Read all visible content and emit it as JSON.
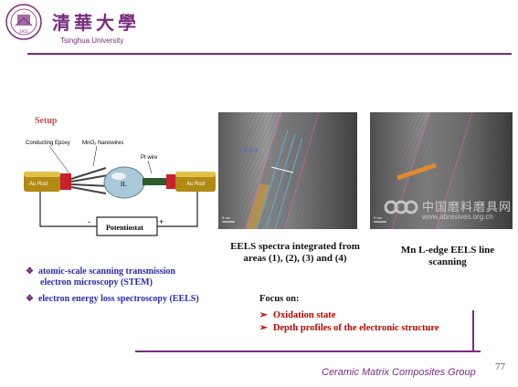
{
  "header": {
    "logo_cn": "清華大學",
    "logo_en": "Tsinghua University",
    "seal_text": "1911"
  },
  "setup": {
    "title": "Setup",
    "schematic": {
      "conducting_epoxy": "Conducting Epoxy",
      "nanowires": "MnO₂ Nanowires",
      "pt_wire": "Pt wire",
      "au_rod_left": "Au Rod",
      "au_rod_right": "Au Rod",
      "electrolyte": "IL",
      "potentiostat": "Potentiostat",
      "minus": "-",
      "plus": "+"
    }
  },
  "micrographs": {
    "image1_labels": "1 2 3 4",
    "image1_scale": "5 nm",
    "image2_scale": "5 nm"
  },
  "captions": {
    "image1": "EELS spectra integrated from areas (1), (2), (3) and (4)",
    "image2": "Mn L-edge EELS line scanning"
  },
  "bullets": {
    "item1_line1": "atomic-scale  scanning transmission",
    "item1_line2": "electron microscopy (STEM)",
    "item2": "electron energy loss spectroscopy (EELS)",
    "marker": "❖"
  },
  "focus": {
    "title": "Focus on:",
    "items": [
      "Oxidation state",
      "Depth profiles of the electronic structure"
    ],
    "marker": "➢"
  },
  "footer": {
    "group": "Ceramic Matrix Composites Group",
    "page": "77"
  },
  "watermark": {
    "cn": "中国磨料磨具网",
    "en": "www.abrasives.org.cn"
  },
  "colors": {
    "brand_purple": "#7a2c7e",
    "accent_red": "#c00000",
    "bullet_blue": "#2b2ba8"
  }
}
